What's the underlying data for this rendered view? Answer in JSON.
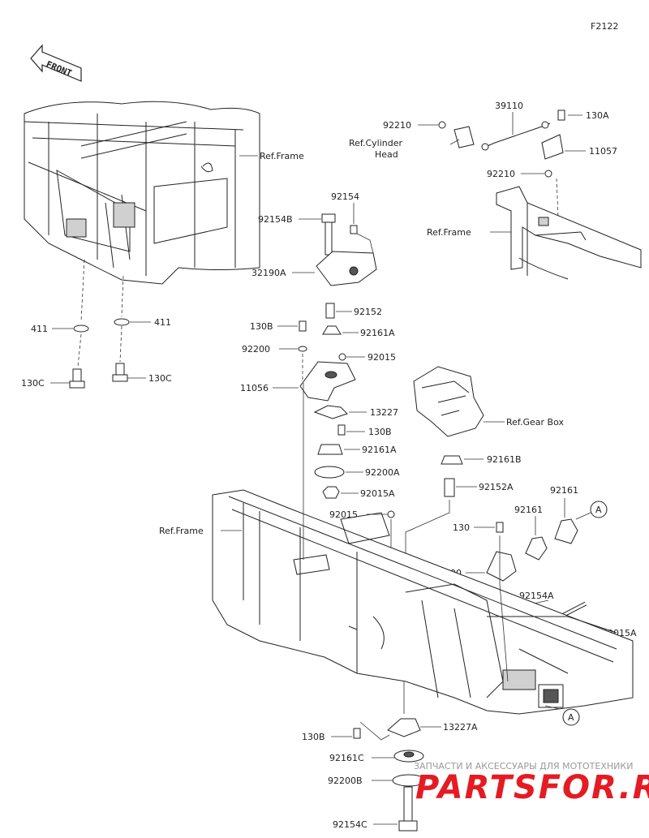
{
  "figure_code": "F2122",
  "front_label": "FRONT",
  "labels": {
    "p92210_top": "92210",
    "ref_cyl_1": "Ref.Cylinder",
    "ref_cyl_2": "Head",
    "p39110": "39110",
    "p130A": "130A",
    "p11057": "11057",
    "p92210_bot": "92210",
    "ref_frame_top_left": "Ref.Frame",
    "ref_frame_right": "Ref.Frame",
    "p92154": "92154",
    "p92154B": "92154B",
    "p32190A": "32190A",
    "p92152": "92152",
    "p411_left": "411",
    "p411_right": "411",
    "p130B_top": "130B",
    "p92161A_top": "92161A",
    "p92200": "92200",
    "p92015_top": "92015",
    "p130C_left": "130C",
    "p130C_right": "130C",
    "p11056": "11056",
    "p13227": "13227",
    "p130B_mid": "130B",
    "ref_gearbox": "Ref.Gear Box",
    "p92161A_mid": "92161A",
    "p92161B": "92161B",
    "p92200A": "92200A",
    "p92152A": "92152A",
    "p92015A_mid": "92015A",
    "p92161_a": "92161",
    "p92161_b": "92161",
    "p92015_mid": "92015",
    "ref_frame_main": "Ref.Frame",
    "p130_right": "130",
    "p32190": "32190",
    "p92154A": "92154A",
    "p92015A_right": "92015A",
    "p13227A": "13227A",
    "p130B_bot": "130B",
    "p92161C": "92161C",
    "p92200B": "92200B",
    "p92154C": "92154C"
  },
  "callouts": {
    "a_top": "A",
    "a_bottom": "A"
  },
  "watermark": {
    "tagline": "ЗАПЧАСТИ И АКСЕССУАРЫ ДЛЯ МОТОТЕХНИКИ",
    "brand": "PARTSFOR.RU"
  },
  "colors": {
    "brand_red": "#e51b24",
    "line": "#222222"
  }
}
